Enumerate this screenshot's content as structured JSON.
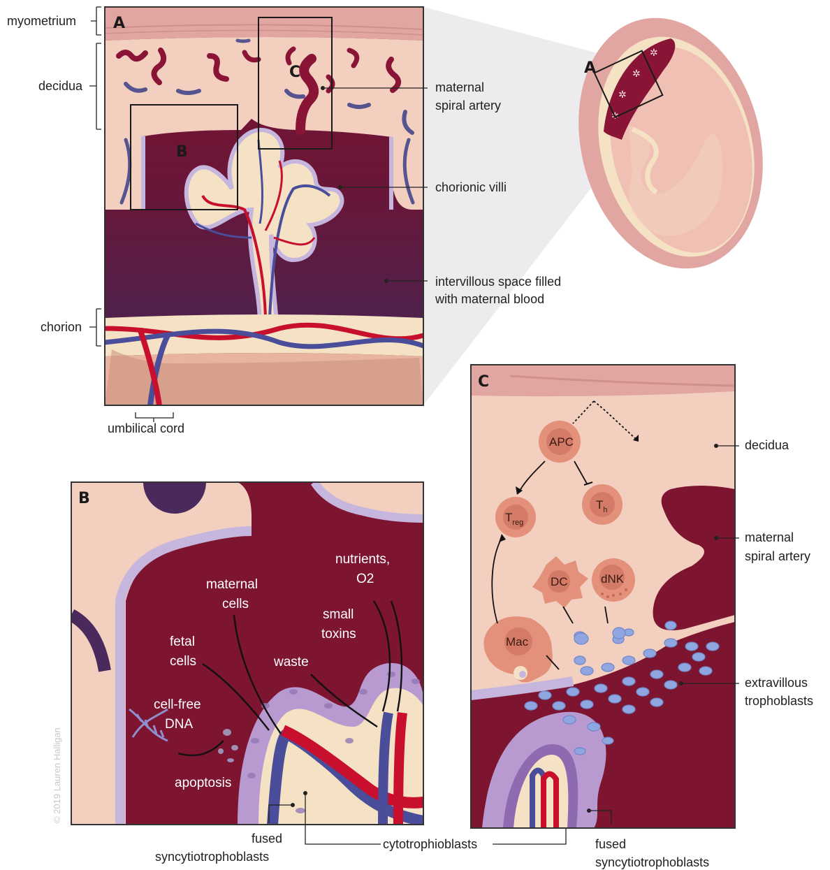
{
  "panels": {
    "a": "A",
    "b": "B",
    "c": "C",
    "inset_a": "A",
    "inset_b": "B",
    "inset_c": "C"
  },
  "panel_a_labels": {
    "myometrium": "myometrium",
    "decidua": "decidua",
    "chorion": "chorion",
    "umbilical_cord": "umbilical cord",
    "spiral_artery_1": "maternal",
    "spiral_artery_2": "spiral artery",
    "chorionic_villi": "chorionic villi",
    "intervillous_1": "intervillous space filled",
    "intervillous_2": "with maternal blood"
  },
  "panel_b_labels": {
    "nutrients_1": "nutrients,",
    "nutrients_2": "O2",
    "maternal_cells_1": "maternal",
    "maternal_cells_2": "cells",
    "small_toxins_1": "small",
    "small_toxins_2": "toxins",
    "fetal_cells_1": "fetal",
    "fetal_cells_2": "cells",
    "waste": "waste",
    "cell_free_dna_1": "cell-free",
    "cell_free_dna_2": "DNA",
    "apoptosis": "apoptosis",
    "fused_sync_1": "fused",
    "fused_sync_2": "syncytiotrophoblasts",
    "cytotroph": "cytotrophioblasts"
  },
  "panel_c_labels": {
    "apc": "APC",
    "treg_main": "T",
    "treg_sub": "reg",
    "th_main": "T",
    "th_sub": "h",
    "dc": "DC",
    "dnk": "dNK",
    "mac": "Mac",
    "decidua": "decidua",
    "spiral_artery_1": "maternal",
    "spiral_artery_2": "spiral artery",
    "extravillous_1": "extravillous",
    "extravillous_2": "trophoblasts",
    "fused_sync_1": "fused",
    "fused_sync_2": "syncytiotrophoblasts"
  },
  "copyright": "© 2019 Lauren Halligan",
  "colors": {
    "maternal_blood": "#7d1430",
    "blood_purple": "#4a2a5c",
    "artery_red": "#c8102e",
    "vein_blue": "#4a4e9a",
    "tissue_pink": "#f3cfc0",
    "myometrium": "#e2a6a2",
    "cream": "#f5e2c4",
    "membrane_lavender": "#c6b5dd",
    "trophoblast_blue": "#8fa6e0"
  }
}
